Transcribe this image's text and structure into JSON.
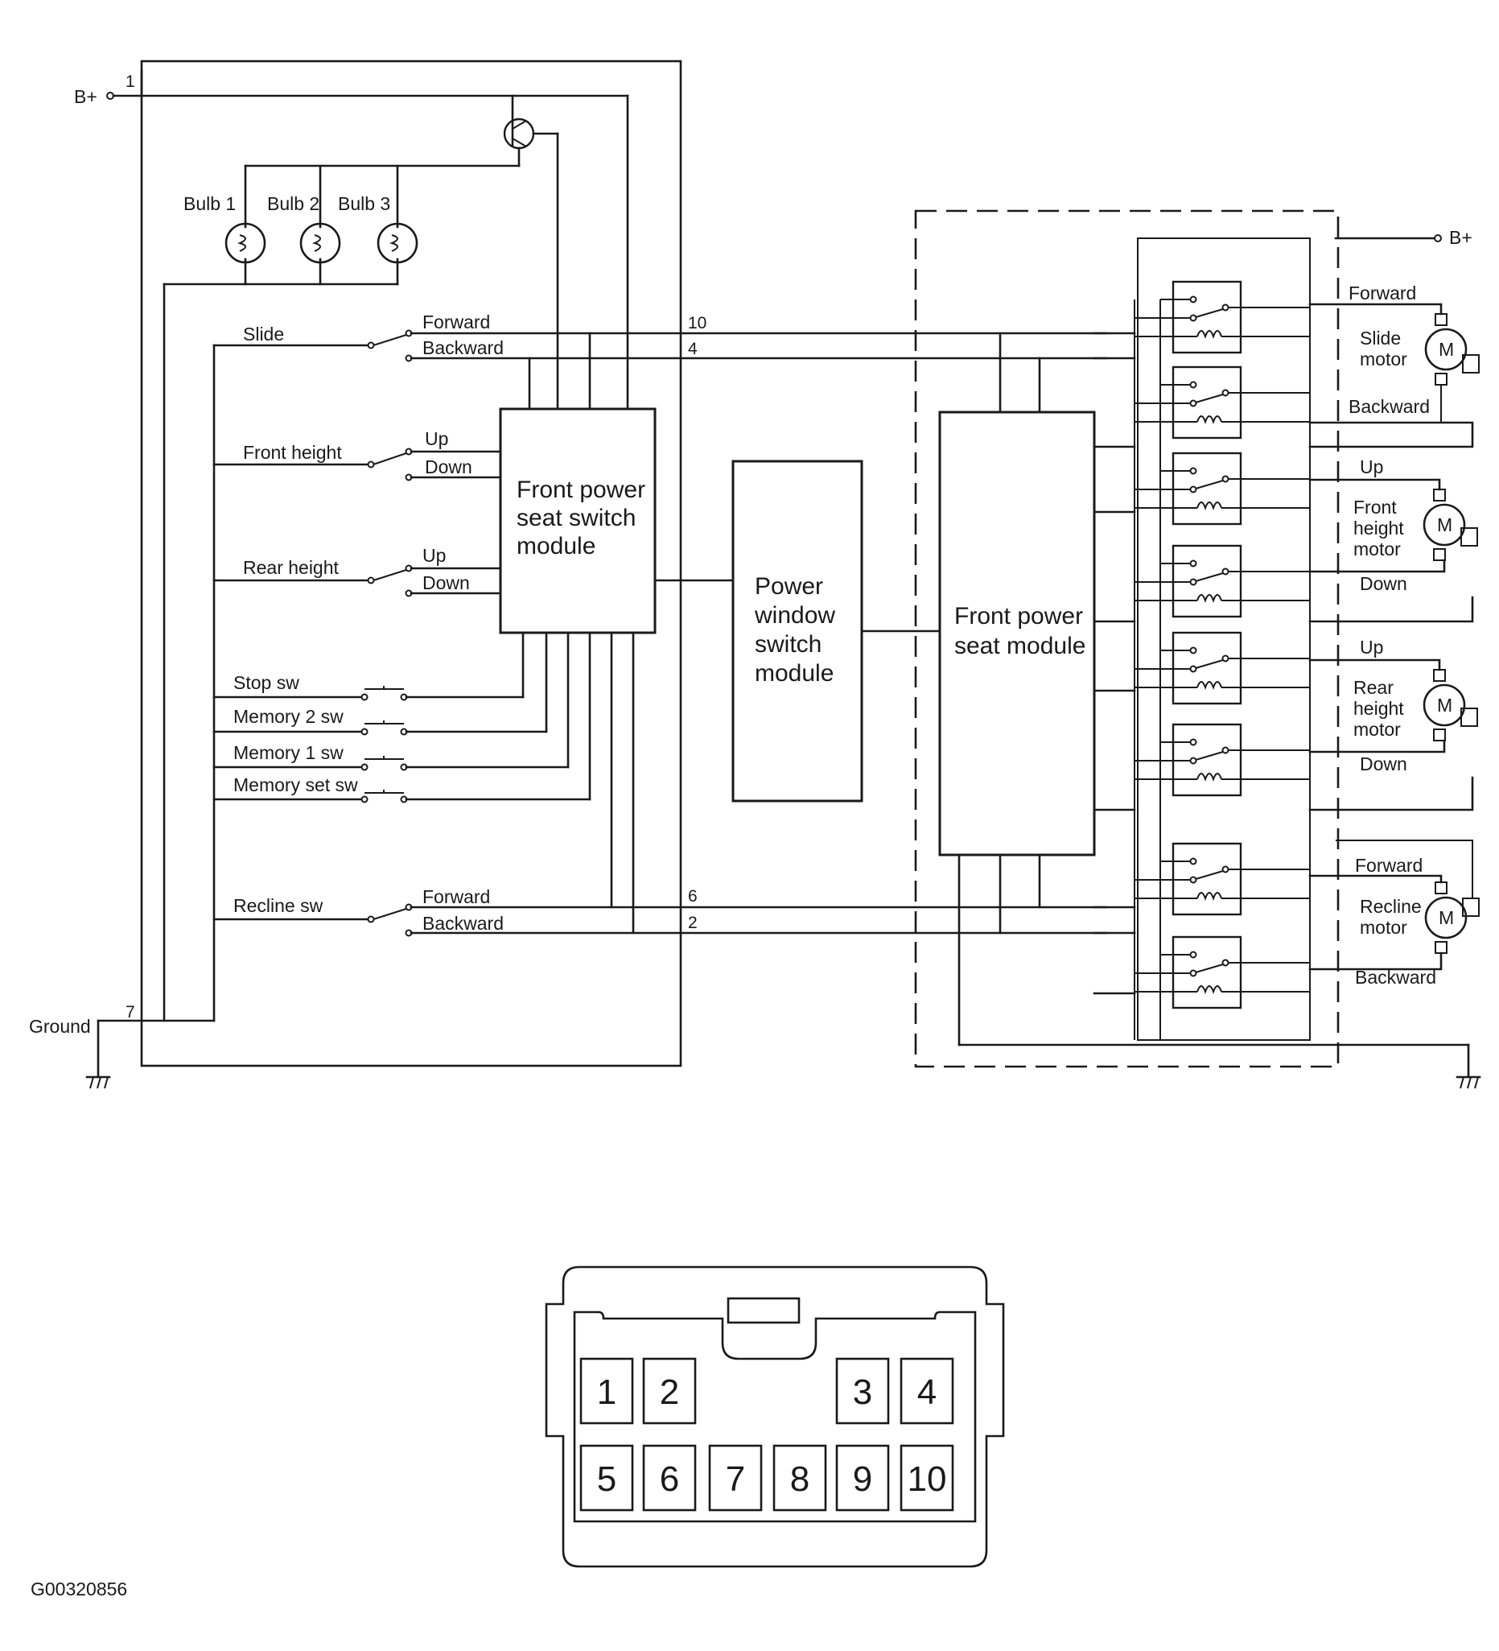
{
  "switch_side": {
    "b_plus": "B+",
    "ground": "Ground",
    "pin_b_plus": "1",
    "pin_ground": "7",
    "bulbs": [
      "Bulb 1",
      "Bulb 2",
      "Bulb 3"
    ],
    "slide": {
      "label": "Slide",
      "forward": "Forward",
      "backward": "Backward",
      "pin_forward": "10",
      "pin_backward": "4"
    },
    "front_height": {
      "label": "Front height",
      "up": "Up",
      "down": "Down"
    },
    "rear_height": {
      "label": "Rear height",
      "up": "Up",
      "down": "Down"
    },
    "memory_switches": [
      "Stop sw",
      "Memory 2 sw",
      "Memory 1 sw",
      "Memory set sw"
    ],
    "recline": {
      "label": "Recline sw",
      "forward": "Forward",
      "backward": "Backward",
      "pin_forward": "6",
      "pin_backward": "2"
    }
  },
  "modules": {
    "switch_module": [
      "Front power",
      "seat switch",
      "module"
    ],
    "window_module": [
      "Power",
      "window",
      "switch",
      "module"
    ],
    "seat_module": [
      "Front power",
      "seat module"
    ]
  },
  "motor_side": {
    "b_plus": "B+",
    "motor_symbol": "M",
    "slide_motor": {
      "name": [
        "Slide",
        "motor"
      ],
      "forward": "Forward",
      "backward": "Backward"
    },
    "front_height_motor": {
      "name": [
        "Front",
        "height",
        "motor"
      ],
      "up": "Up",
      "down": "Down"
    },
    "rear_height_motor": {
      "name": [
        "Rear",
        "height",
        "motor"
      ],
      "up": "Up",
      "down": "Down"
    },
    "recline_motor": {
      "name": [
        "Recline",
        "motor"
      ],
      "forward": "Forward",
      "backward": "Backward"
    }
  },
  "connector": {
    "top_row": [
      "1",
      "2",
      "3",
      "4"
    ],
    "bottom_row": [
      "5",
      "6",
      "7",
      "8",
      "9",
      "10"
    ]
  },
  "figure_id": "G00320856"
}
